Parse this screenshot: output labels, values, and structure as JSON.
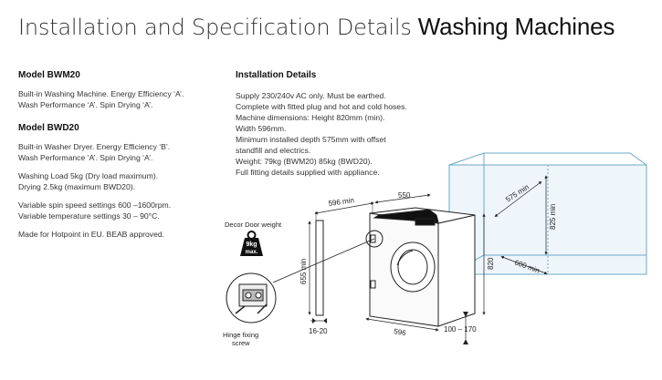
{
  "title": {
    "light": "Installation and Specification Details",
    "bold": "Washing Machines"
  },
  "models": [
    {
      "heading": "Model BWM20",
      "paragraphs": [
        "Built-in Washing Machine. Energy Efficiency ‘A’.\nWash Performance ‘A’. Spin Drying ‘A’."
      ]
    },
    {
      "heading": "Model BWD20",
      "paragraphs": [
        "Built-in Washer Dryer. Energy Efficiency ‘B’.\nWash Performance ‘A’. Spin Drying ‘A’.",
        "Washing Load 5kg (Dry load maximum).\nDrying 2.5kg (maximum BWD20).",
        "Variable spin speed settings 600 –1600rpm.\nVariable temperature settings 30 – 90°C.",
        "Made for Hotpoint in EU. BEAB approved."
      ]
    }
  ],
  "installation": {
    "heading": "Installation Details",
    "lines": [
      "Supply 230/240v AC only. Must be earthed.",
      "Complete with fitted plug and hot and cold hoses.",
      "Machine dimensions: Height 820mm (min).",
      "Width 596mm.",
      "Minimum installed depth 575mm with offset",
      "standfill and electrics.",
      "Weight: 79kg (BWM20) 85kg (BWD20).",
      "Full fitting details supplied with appliance."
    ]
  },
  "diagram": {
    "decor_label": "Decor Door weight",
    "weight_line1": "9kg",
    "weight_line2": "max.",
    "hinge_label_line1": "Hinge fixing",
    "hinge_label_line2": "screw",
    "dim_596min": "596 min",
    "dim_550": "550",
    "dim_655min": "655 min",
    "dim_820": "820",
    "dim_596": "596",
    "dim_16_20": "16-20",
    "dim_100_170": "100 – 170",
    "dim_575min": "575 min",
    "dim_825min": "825 min",
    "dim_600min": "600 min"
  }
}
